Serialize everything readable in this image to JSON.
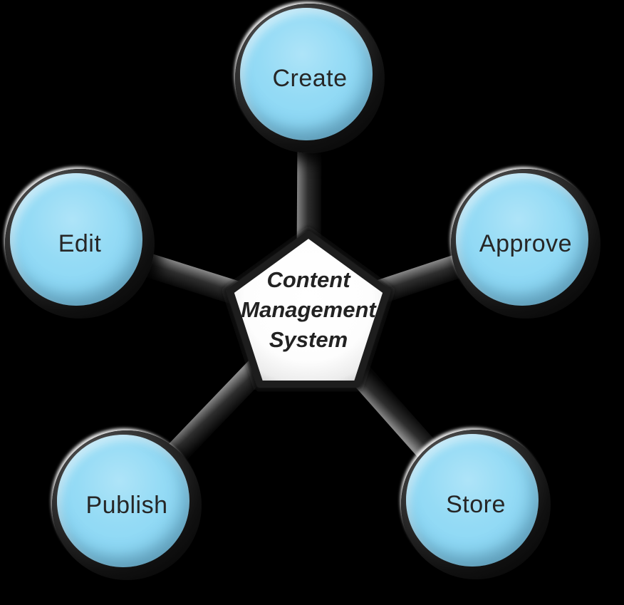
{
  "diagram": {
    "title": "Content Management System",
    "center": {
      "lines": [
        "Content",
        "Management",
        "System"
      ]
    },
    "nodes": [
      {
        "id": "create",
        "label": "Create",
        "position": "top"
      },
      {
        "id": "edit",
        "label": "Edit",
        "position": "left"
      },
      {
        "id": "approve",
        "label": "Approve",
        "position": "right"
      },
      {
        "id": "publish",
        "label": "Publish",
        "position": "bottom-left"
      },
      {
        "id": "store",
        "label": "Store",
        "position": "bottom-right"
      }
    ],
    "colors": {
      "background": "#000000",
      "node_fill": "#8dd8f5",
      "pentagon_fill": "#ffffff",
      "text": "#262626",
      "connector": "#2a2a2a"
    }
  }
}
